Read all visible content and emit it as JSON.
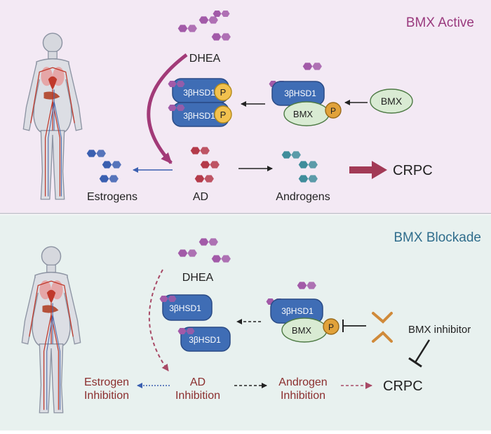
{
  "colors": {
    "top_bg": "#f3e9f4",
    "bottom_bg": "#e8f1ef",
    "title_top": "#9a3a7e",
    "title_bottom": "#2f6d8c",
    "enzyme_blue": "#3f6db5",
    "phospho_yellow": "#f2c14e",
    "bmx_green": "#d9ebd3",
    "dhea_purple": "#a25aa8",
    "ad_red": "#b43a4a",
    "androgen_teal": "#3f8d9b",
    "estrogen_blue": "#3a5fb0",
    "crpc_arrow": "#a23a56",
    "inhibition_text": "#8b2e2e"
  },
  "top_panel": {
    "title": "BMX Active",
    "dhea": "DHEA",
    "enzyme": "3βHSD1",
    "phospho": "P",
    "bmx": "BMX",
    "bmx_free": "BMX",
    "ad": "AD",
    "estrogens": "Estrogens",
    "androgens": "Androgens",
    "crpc": "CRPC"
  },
  "bottom_panel": {
    "title": "BMX Blockade",
    "dhea": "DHEA",
    "enzyme": "3βHSD1",
    "phospho": "P",
    "bmx": "BMX",
    "inhibitor": "BMX inhibitor",
    "estrogen_line1": "Estrogen",
    "estrogen_line2": "Inhibition",
    "ad_line1": "AD",
    "ad_line2": "Inhibition",
    "androgen_line1": "Androgen",
    "androgen_line2": "Inhibition",
    "crpc": "CRPC"
  }
}
